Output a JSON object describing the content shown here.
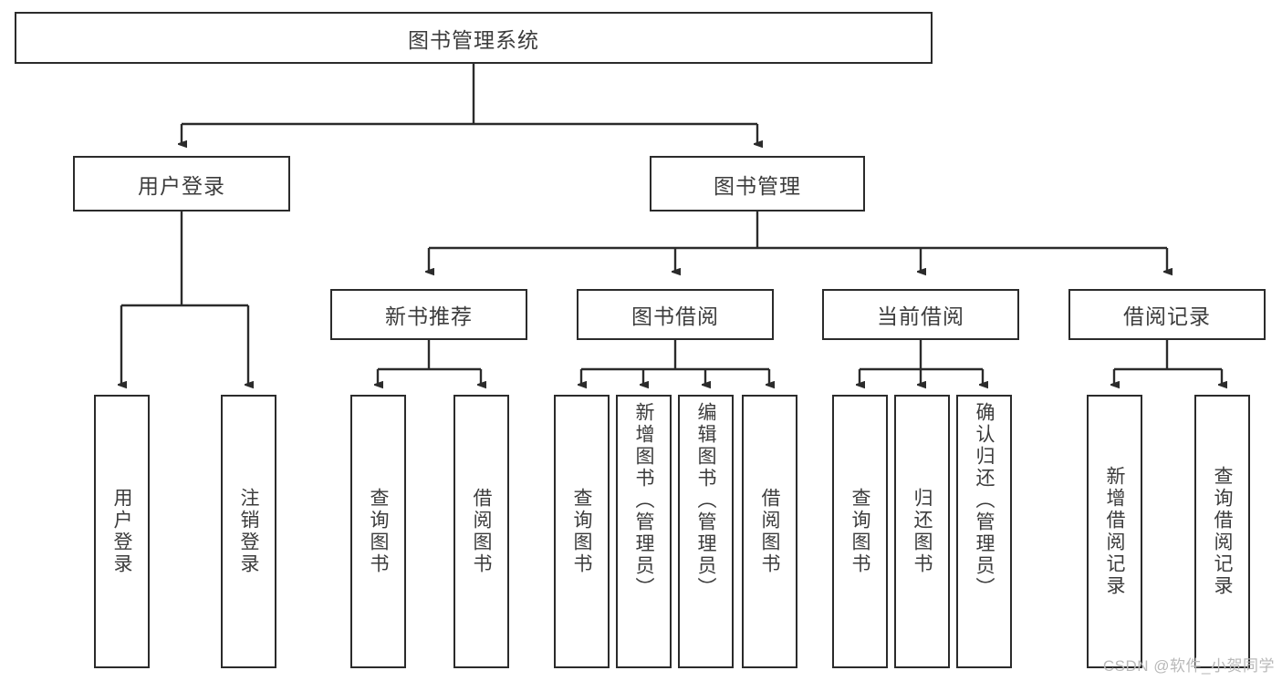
{
  "diagram": {
    "title_node": {
      "label": "图书管理系统"
    },
    "level1": [
      {
        "id": "user-login",
        "label": "用户登录"
      },
      {
        "id": "book-manage",
        "label": "图书管理"
      }
    ],
    "level2": [
      {
        "id": "new-book-recommend",
        "label": "新书推荐"
      },
      {
        "id": "book-borrow",
        "label": "图书借阅"
      },
      {
        "id": "current-borrow",
        "label": "当前借阅"
      },
      {
        "id": "borrow-record",
        "label": "借阅记录"
      }
    ],
    "leaves": {
      "user_login": [
        {
          "id": "leaf-user-login",
          "label": "用户登录"
        },
        {
          "id": "leaf-logout-login",
          "label": "注销登录"
        }
      ],
      "new_book_recommend": [
        {
          "id": "leaf-query-book-1",
          "label": "查询图书"
        },
        {
          "id": "leaf-borrow-book-1",
          "label": "借阅图书"
        }
      ],
      "book_borrow": [
        {
          "id": "leaf-query-book-2",
          "label": "查询图书"
        },
        {
          "id": "leaf-add-book",
          "label": "新增图书（管理员）"
        },
        {
          "id": "leaf-edit-book",
          "label": "编辑图书（管理员）"
        },
        {
          "id": "leaf-borrow-book-2",
          "label": "借阅图书"
        }
      ],
      "current_borrow": [
        {
          "id": "leaf-query-book-3",
          "label": "查询图书"
        },
        {
          "id": "leaf-return-book",
          "label": "归还图书"
        },
        {
          "id": "leaf-confirm-return",
          "label": "确认归还（管理员）"
        }
      ],
      "borrow_record": [
        {
          "id": "leaf-add-record",
          "label": "新增借阅记录"
        },
        {
          "id": "leaf-query-record",
          "label": "查询借阅记录"
        }
      ]
    }
  },
  "watermark": {
    "text": "CSDN @软件_小贺同学"
  },
  "colors": {
    "stroke": "#2b2b2b",
    "text": "#3c3c3c",
    "background": "#ffffff",
    "watermark": "#b9b9b9"
  }
}
